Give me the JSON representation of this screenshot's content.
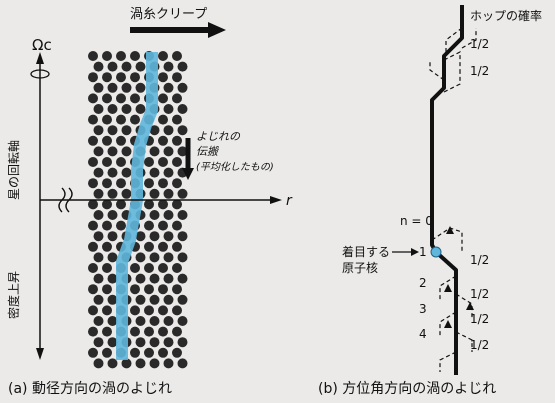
{
  "panel_a": {
    "creep_label": "渦糸クリープ",
    "omega_label": "Ωc",
    "rotation_axis_label": "星の回転軸",
    "density_label": "密度上昇",
    "r_label": "r",
    "twist_label_1": "よじれの",
    "twist_label_2": "伝搬",
    "twist_label_3": "(平均化したもの)",
    "caption": "(a) 動径方向の渦のよじれ"
  },
  "panel_b": {
    "hop_label": "ホップの確率",
    "prob_labels": [
      "1/2",
      "1/2",
      "1/2",
      "1/2",
      "1/2",
      "1/2"
    ],
    "n_zero_label": "n = 0",
    "index_labels": [
      "1",
      "2",
      "3",
      "4"
    ],
    "nucleus_label_1": "着目する",
    "nucleus_label_2": "原子核",
    "caption": "(b) 方位角方向の渦のよじれ"
  },
  "colors": {
    "background": "#ebeae8",
    "dot": "#2a2a2a",
    "vortex_highlight": "#5fb6dc",
    "line": "#111111"
  }
}
